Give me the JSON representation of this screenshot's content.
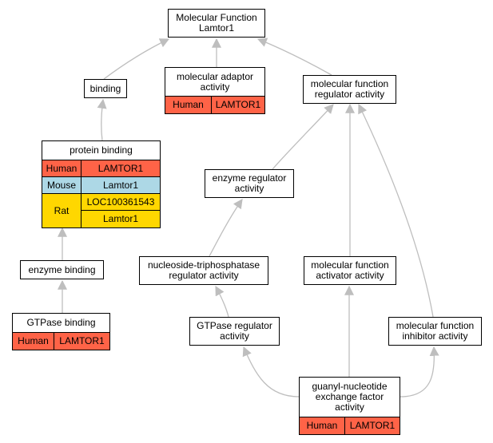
{
  "colors": {
    "Human": "#FF6347",
    "Mouse": "#ADD8E6",
    "Rat": "#FFD700",
    "edge": "#BEBEBE"
  },
  "nodes": {
    "mf_root": {
      "label": "Molecular Function\nLamtor1",
      "genes": []
    },
    "binding": {
      "label": "binding",
      "genes": []
    },
    "molecular_adaptor": {
      "label": "molecular adaptor\nactivity",
      "genes": [
        {
          "species": "Human",
          "symbols": [
            "LAMTOR1"
          ]
        }
      ]
    },
    "mf_regulator": {
      "label": "molecular function\nregulator activity",
      "genes": []
    },
    "protein_binding": {
      "label": "protein binding",
      "genes": [
        {
          "species": "Human",
          "symbols": [
            "LAMTOR1"
          ]
        },
        {
          "species": "Mouse",
          "symbols": [
            "Lamtor1"
          ]
        },
        {
          "species": "Rat",
          "symbols": [
            "LOC100361543",
            "Lamtor1"
          ]
        }
      ]
    },
    "enzyme_regulator": {
      "label": "enzyme regulator\nactivity",
      "genes": []
    },
    "enzyme_binding": {
      "label": "enzyme binding",
      "genes": []
    },
    "ntpase_regulator": {
      "label": "nucleoside-triphosphatase\nregulator activity",
      "genes": []
    },
    "mf_activator": {
      "label": "molecular function\nactivator activity",
      "genes": []
    },
    "gtpase_binding": {
      "label": "GTPase binding",
      "genes": [
        {
          "species": "Human",
          "symbols": [
            "LAMTOR1"
          ]
        }
      ]
    },
    "gtpase_regulator": {
      "label": "GTPase regulator\nactivity",
      "genes": []
    },
    "mf_inhibitor": {
      "label": "molecular function\ninhibitor activity",
      "genes": []
    },
    "gef": {
      "label": "guanyl-nucleotide\nexchange factor\nactivity",
      "genes": [
        {
          "species": "Human",
          "symbols": [
            "LAMTOR1"
          ]
        }
      ]
    }
  },
  "edges": [
    {
      "from": "binding",
      "to": "mf_root"
    },
    {
      "from": "molecular_adaptor",
      "to": "mf_root"
    },
    {
      "from": "mf_regulator",
      "to": "mf_root"
    },
    {
      "from": "protein_binding",
      "to": "binding"
    },
    {
      "from": "enzyme_binding",
      "to": "protein_binding"
    },
    {
      "from": "gtpase_binding",
      "to": "enzyme_binding"
    },
    {
      "from": "enzyme_regulator",
      "to": "mf_regulator"
    },
    {
      "from": "ntpase_regulator",
      "to": "enzyme_regulator"
    },
    {
      "from": "gtpase_regulator",
      "to": "ntpase_regulator"
    },
    {
      "from": "mf_activator",
      "to": "mf_regulator"
    },
    {
      "from": "mf_inhibitor",
      "to": "mf_regulator"
    },
    {
      "from": "gef",
      "to": "gtpase_regulator"
    },
    {
      "from": "gef",
      "to": "mf_activator"
    },
    {
      "from": "gef",
      "to": "mf_inhibitor"
    }
  ]
}
